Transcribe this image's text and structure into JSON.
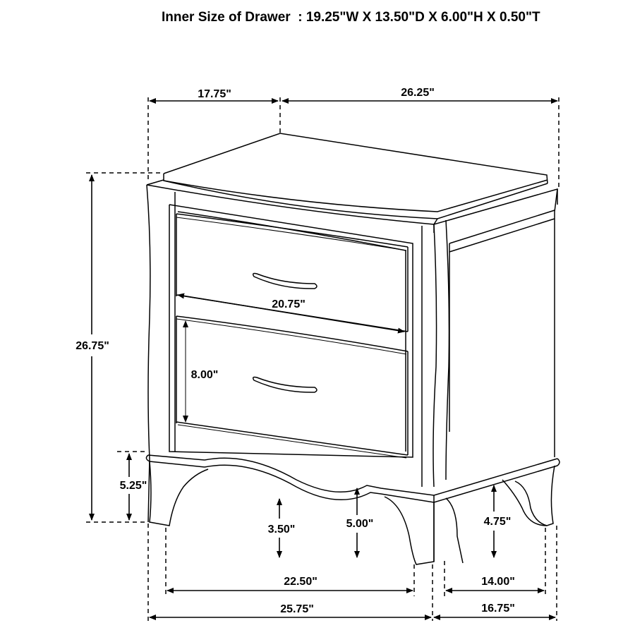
{
  "header": {
    "title": "Inner Size of Drawer  : 19.25\"W X 13.50\"D X 6.00\"H X 0.50\"T"
  },
  "inner_drawer": {
    "width": "19.25\"",
    "depth": "13.50\"",
    "height": "6.00\"",
    "thickness": "0.50\""
  },
  "dimensions": {
    "top_depth": "17.75\"",
    "top_width": "26.25\"",
    "overall_height": "26.75\"",
    "drawer_width": "20.75\"",
    "drawer_height": "8.00\"",
    "base_height": "5.25\"",
    "apron_clearance_center": "3.50\"",
    "apron_clearance_side": "5.00\"",
    "side_clearance": "4.75\"",
    "front_leg_span": "22.50\"",
    "front_base_width": "25.75\"",
    "side_leg_span": "14.00\"",
    "side_base_depth": "16.75\""
  },
  "colors": {
    "line": "#000000",
    "background": "#ffffff"
  }
}
